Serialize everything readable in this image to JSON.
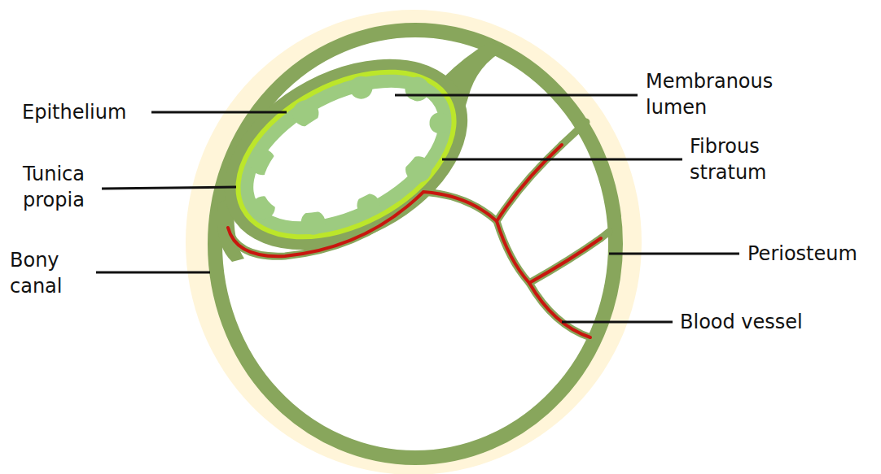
{
  "diagram": {
    "labels": [
      "Epithelium",
      "Tunica propia",
      "Bony canal",
      "Membranous lumen",
      "Fibrous stratum",
      "Periosteum",
      "Blood vessel"
    ]
  }
}
